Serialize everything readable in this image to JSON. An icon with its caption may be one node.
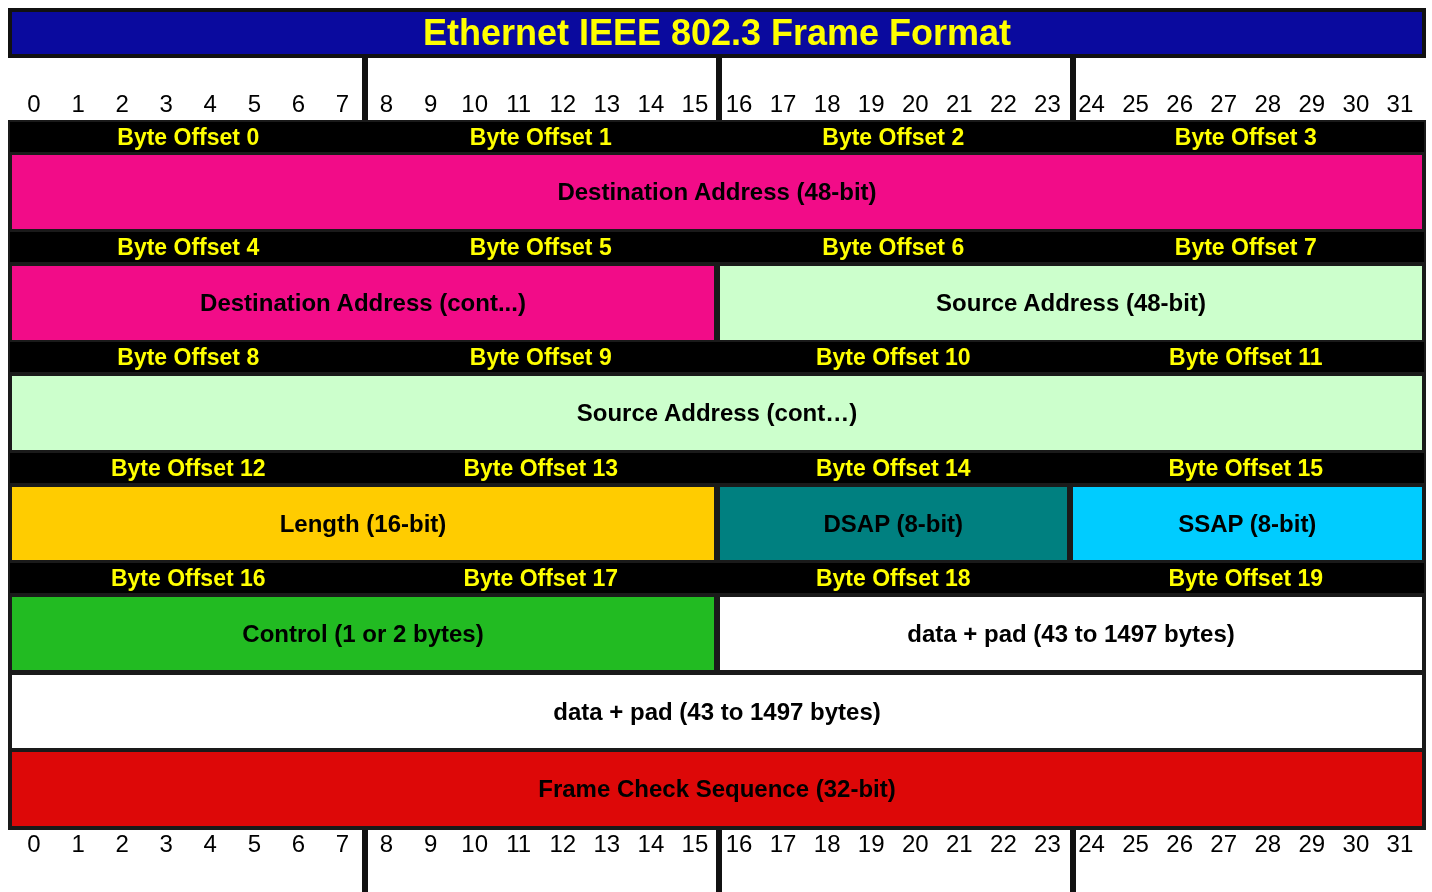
{
  "diagram": {
    "title": "Ethernet IEEE 802.3 Frame Format",
    "nodes": [
      {
        "text": [
          "Destination Address (48-bit)"
        ]
      },
      {
        "text": [
          "Destination Address (cont...)"
        ]
      },
      {
        "text": [
          "Source Address (48-bit)"
        ]
      },
      {
        "text": [
          "Source Address (cont…)"
        ]
      },
      {
        "text": [
          "Length (16-bit)"
        ]
      },
      {
        "text": [
          "DSAP (8-bit)"
        ]
      },
      {
        "text": [
          "SSAP (8-bit)"
        ]
      },
      {
        "text": [
          "Control (1 or 2 bytes)"
        ]
      },
      {
        "text": [
          "data + pad (43 to 1497 bytes)"
        ]
      },
      {
        "text": [
          "data + pad (43 to 1497 bytes)"
        ]
      },
      {
        "text": [
          "Frame Check Sequence (32-bit)"
        ]
      }
    ],
    "labels": [
      "0",
      "1",
      "2",
      "3",
      "4",
      "5",
      "6",
      "7",
      "8",
      "9",
      "10",
      "11",
      "12",
      "13",
      "14",
      "15",
      "16",
      "17",
      "18",
      "19",
      "20",
      "21",
      "22",
      "23",
      "24",
      "25",
      "26",
      "27",
      "28",
      "29",
      "30",
      "31",
      "Byte Offset 0",
      "Byte Offset 1",
      "Byte Offset 2",
      "Byte Offset 3",
      "Byte Offset 4",
      "Byte Offset 5",
      "Byte Offset 6",
      "Byte Offset 7",
      "Byte Offset 8",
      "Byte Offset 9",
      "Byte Offset 10",
      "Byte Offset 11",
      "Byte Offset 12",
      "Byte Offset 13",
      "Byte Offset 14",
      "Byte Offset 15",
      "Byte Offset 16",
      "Byte Offset 17",
      "Byte Offset 18",
      "Byte Offset 19",
      "0",
      "1",
      "2",
      "3",
      "4",
      "5",
      "6",
      "7",
      "8",
      "9",
      "10",
      "11",
      "12",
      "13",
      "14",
      "15",
      "16",
      "17",
      "18",
      "19",
      "20",
      "21",
      "22",
      "23",
      "24",
      "25",
      "26",
      "27",
      "28",
      "29",
      "30",
      "31"
    ]
  }
}
